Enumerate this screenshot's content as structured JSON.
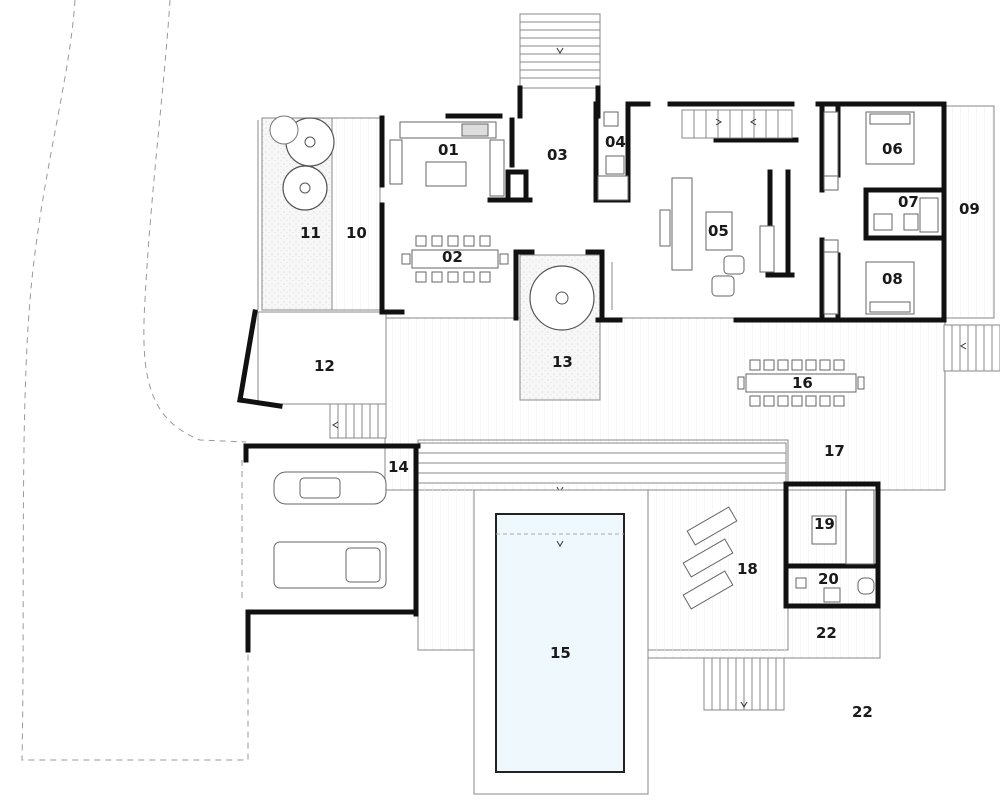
{
  "colors": {
    "wall": "#111111",
    "pool_fill": "#eef8fd",
    "pool_edge": "#222222",
    "deck_line": "#e8e8e8",
    "gravel": "#f4f4f4",
    "tree": "#555555"
  },
  "rooms": [
    {
      "id": "01",
      "label": "01"
    },
    {
      "id": "02",
      "label": "02"
    },
    {
      "id": "03",
      "label": "03"
    },
    {
      "id": "04",
      "label": "04"
    },
    {
      "id": "05",
      "label": "05"
    },
    {
      "id": "06",
      "label": "06"
    },
    {
      "id": "07",
      "label": "07"
    },
    {
      "id": "08",
      "label": "08"
    },
    {
      "id": "09",
      "label": "09"
    },
    {
      "id": "10",
      "label": "10"
    },
    {
      "id": "11",
      "label": "11"
    },
    {
      "id": "12",
      "label": "12"
    },
    {
      "id": "13",
      "label": "13"
    },
    {
      "id": "14",
      "label": "14"
    },
    {
      "id": "15",
      "label": "15"
    },
    {
      "id": "16",
      "label": "16"
    },
    {
      "id": "17",
      "label": "17"
    },
    {
      "id": "18",
      "label": "18"
    },
    {
      "id": "19",
      "label": "19"
    },
    {
      "id": "20",
      "label": "20"
    },
    {
      "id": "22a",
      "label": "22"
    },
    {
      "id": "22b",
      "label": "22"
    }
  ],
  "icons": [
    "tree-icon",
    "car-icon",
    "truck-icon",
    "lounger-icon",
    "stair-arrow-icon"
  ]
}
